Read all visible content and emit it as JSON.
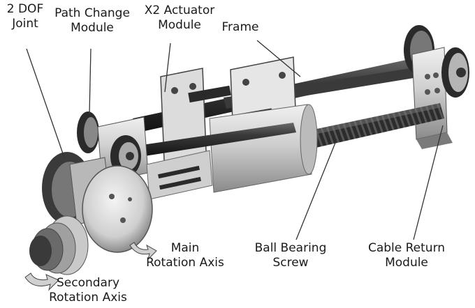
{
  "labels": {
    "dof_joint": {
      "line1": "2 DOF",
      "line2": "Joint"
    },
    "path_change": {
      "line1": "Path Change",
      "line2": "Module"
    },
    "x2_actuator": {
      "line1": "X2 Actuator",
      "line2": "Module"
    },
    "frame": {
      "line1": "Frame"
    },
    "main_rotation": {
      "line1": "Main",
      "line2": "Rotation Axis"
    },
    "ball_bearing": {
      "line1": "Ball Bearing",
      "line2": "Screw"
    },
    "cable_return": {
      "line1": "Cable Return",
      "line2": "Module"
    },
    "secondary_rotation": {
      "line1": "Secondary",
      "line2": "Rotation Axis"
    }
  },
  "colors": {
    "metal_light": "#d9d9d9",
    "metal_mid": "#a8a8a8",
    "metal_dark": "#5a5a5a",
    "rod": "#2a2a2a",
    "leader_line": "#333333",
    "arrow_fill": "#d0d0d0"
  }
}
